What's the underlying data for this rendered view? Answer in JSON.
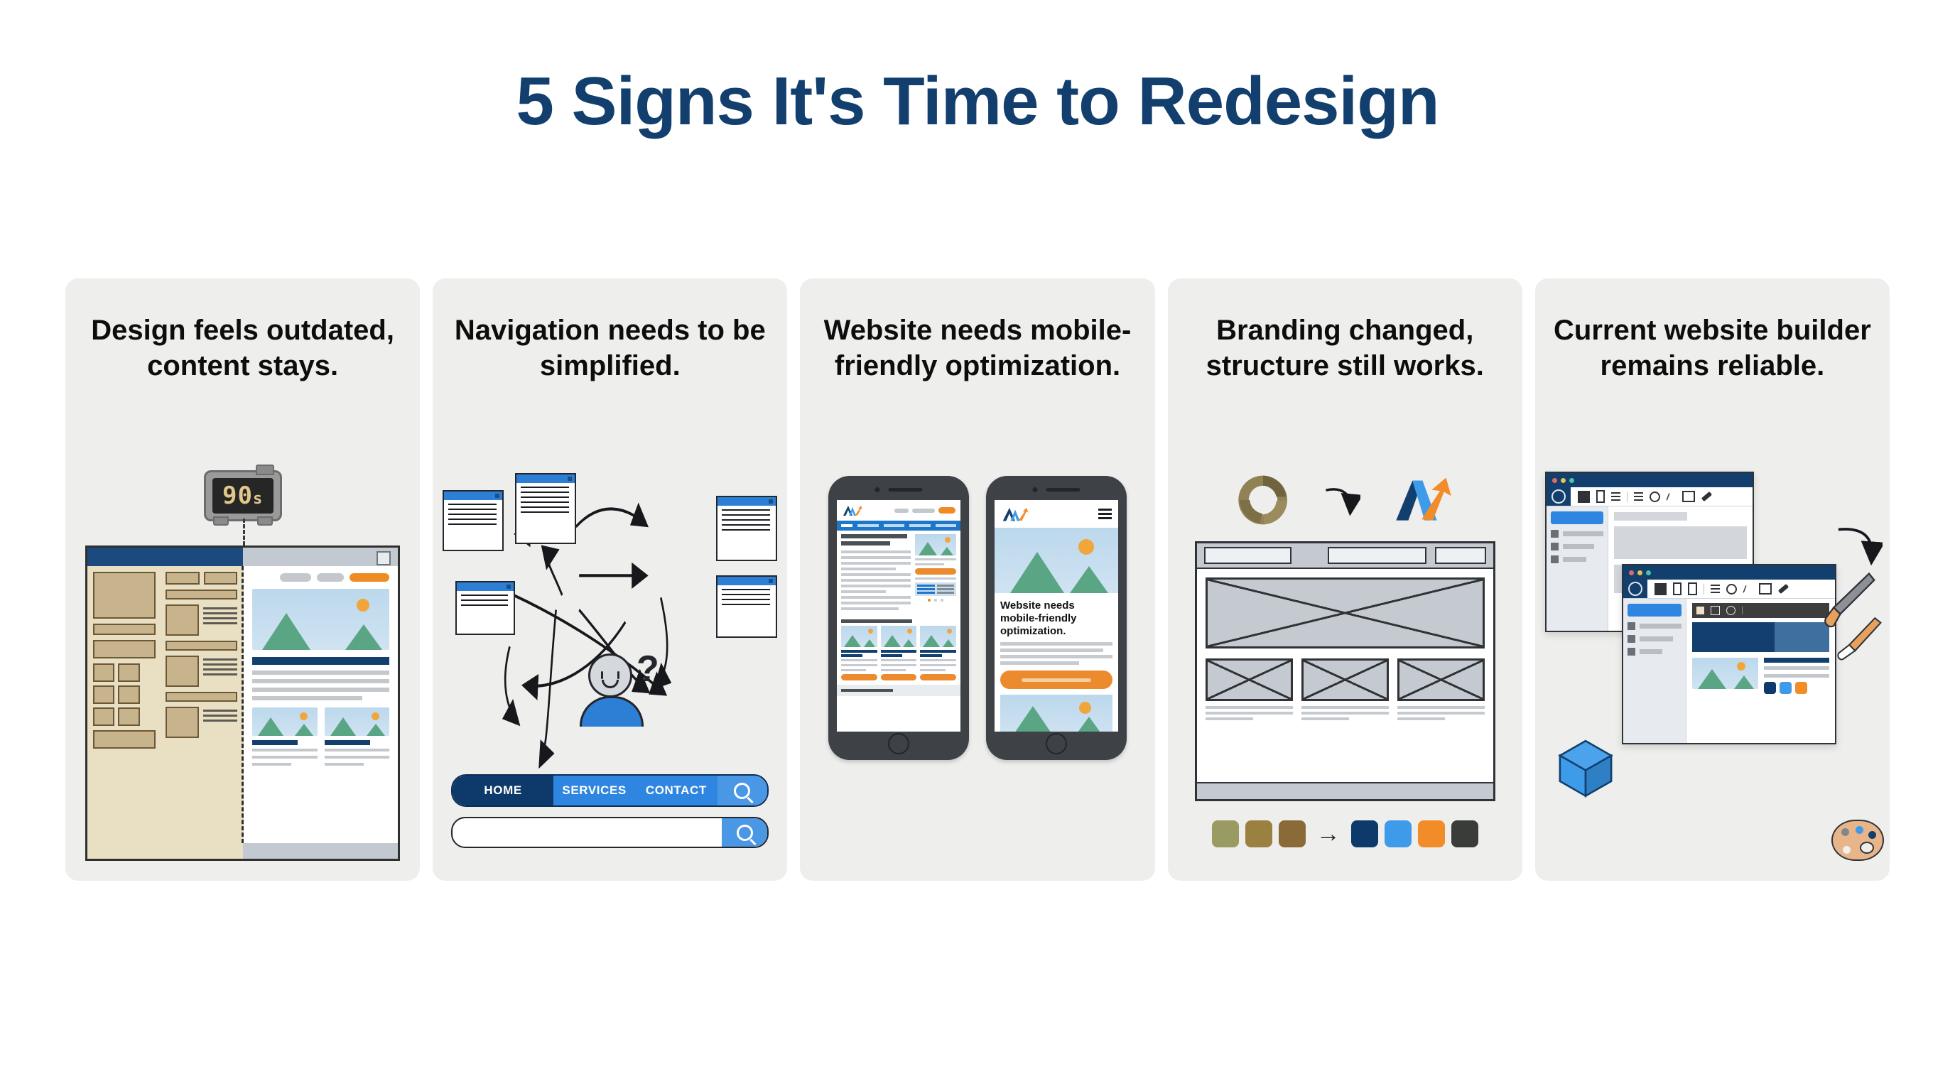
{
  "page": {
    "title": "5 Signs It's Time to Redesign",
    "title_color": "#123f6d",
    "background": "#ffffff",
    "card_background": "#eeeeec"
  },
  "cards": [
    {
      "id": "design-outdated",
      "heading": "Design feels outdated, content stays.",
      "illustration": "split browser window, old beige layout on left, modern layout on right, retro digital clock above",
      "clock_label": "90",
      "clock_suffix": "s",
      "old_palette_note": "beige / tan",
      "new_accent": "#ef8b23"
    },
    {
      "id": "navigation-complex",
      "heading": "Navigation needs to be simplified.",
      "illustration": "five browser windows connected by tangled arrows with a confused person below",
      "nav_items": [
        "HOME",
        "SERVICES",
        "CONTACT"
      ],
      "nav_active": "HOME",
      "search_icon": "search-icon",
      "search_value": "",
      "search_placeholder": "",
      "confusion_symbol": "?",
      "nav_active_color": "#0d3a6b",
      "nav_color": "#2f86e0"
    },
    {
      "id": "mobile-optimization",
      "heading": "Website needs mobile-friendly optimization.",
      "illustration": "two smartphones, left shows cramped desktop site, right shows mobile optimized page",
      "phone_left_label": "desktop site on mobile",
      "phone_right_headline": "Website needs mobile-friendly optimization.",
      "menu_icon": "hamburger-menu-icon",
      "cta_color": "#ec8a2e"
    },
    {
      "id": "branding-changed",
      "heading": "Branding changed, structure still works.",
      "illustration": "old circular logo transitions to new arrow logo above a grey wireframe layout",
      "old_logo": "circular-swirl-logo",
      "new_logo": "arrow-chevron-logo",
      "transition_arrow": "curved-arrow-icon",
      "swatch_arrow": "→",
      "old_palette": [
        "#9a9a63",
        "#9b8140",
        "#8a6a36"
      ],
      "new_palette": [
        "#0d3a6b",
        "#3e9bea",
        "#f28c28",
        "#3a3c3a"
      ]
    },
    {
      "id": "builder-reliable",
      "heading": "Current website builder remains reliable.",
      "illustration": "two stacked CMS editor windows, blue cube, paintbrushes and paint palette",
      "window_dots": [
        "#e06c60",
        "#e8c14e",
        "#4cc2a6"
      ],
      "cms_logo": "wordpress-logo-icon",
      "brush_icon": "paintbrush-icon",
      "palette_icon": "paint-palette-icon",
      "cube_icon": "blue-cube-icon",
      "transition_arrow": "curved-arrow-icon",
      "accent_colors": [
        "#0d3a6b",
        "#3e9bea",
        "#f28c28"
      ]
    }
  ]
}
